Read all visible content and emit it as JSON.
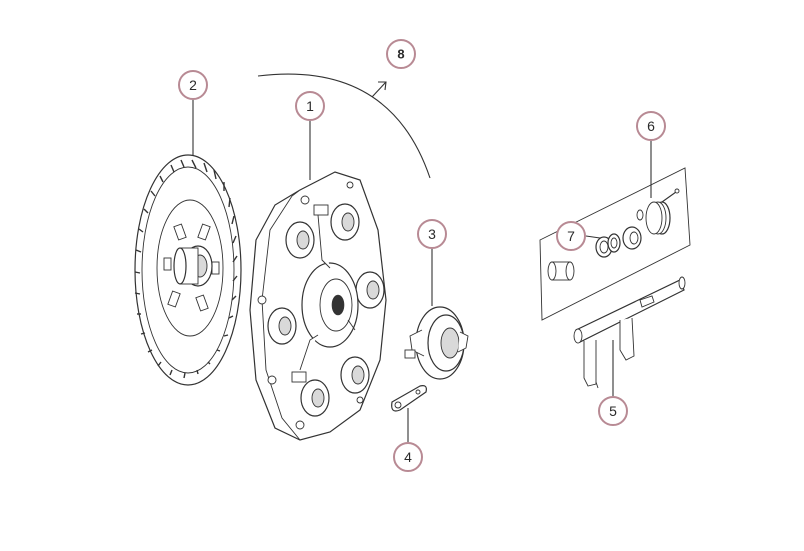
{
  "callouts": {
    "c1": "1",
    "c2": "2",
    "c3": "3",
    "c4": "4",
    "c5": "5",
    "c6": "6",
    "c7": "7",
    "c8": "8"
  },
  "colors": {
    "callout_ring": "#b88a94",
    "line": "#333333",
    "background": "#ffffff"
  }
}
